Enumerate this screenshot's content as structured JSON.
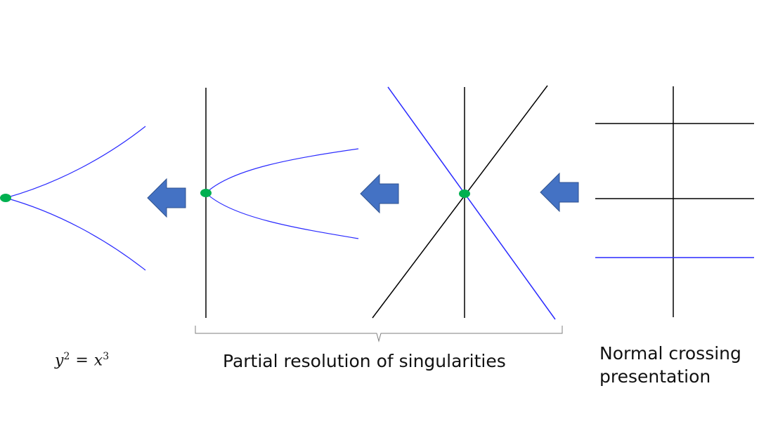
{
  "labels": {
    "cusp_equation": {
      "lhs_var": "y",
      "lhs_exp": "2",
      "op": "=",
      "rhs_var": "x",
      "rhs_exp": "3"
    },
    "partial_resolution": "Partial resolution of singularities",
    "normal_crossing_line1": "Normal crossing",
    "normal_crossing_line2": "presentation"
  },
  "colors": {
    "curve": "#2a2aff",
    "axis": "#000000",
    "point": "#00b050",
    "arrow_fill": "#4472c4",
    "arrow_stroke": "#2f528f",
    "brace": "#7f7f7f",
    "background": "#ffffff"
  },
  "icons": [
    "left-arrow-icon",
    "left-arrow-icon",
    "left-arrow-icon"
  ]
}
